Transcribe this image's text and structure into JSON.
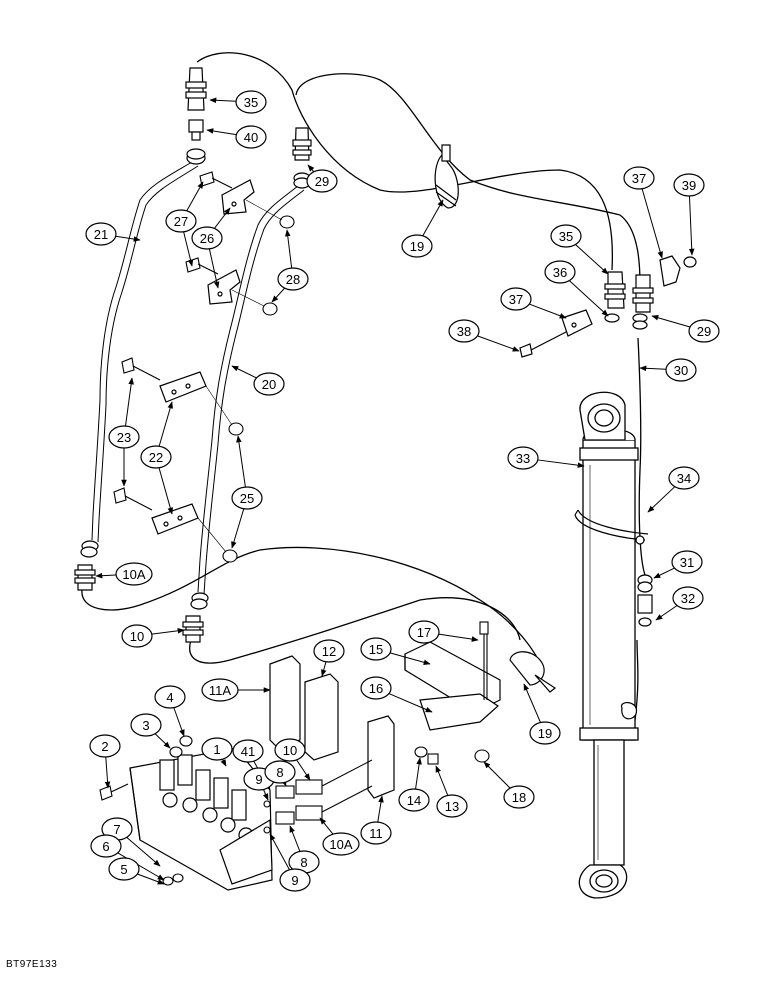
{
  "figure_code": "BT97E133",
  "callouts": [
    {
      "id": "c35a",
      "label": "35"
    },
    {
      "id": "c40",
      "label": "40"
    },
    {
      "id": "c29a",
      "label": "29"
    },
    {
      "id": "c21",
      "label": "21"
    },
    {
      "id": "c27",
      "label": "27"
    },
    {
      "id": "c26",
      "label": "26"
    },
    {
      "id": "c28",
      "label": "28"
    },
    {
      "id": "c19a",
      "label": "19"
    },
    {
      "id": "c37a",
      "label": "37"
    },
    {
      "id": "c39",
      "label": "39"
    },
    {
      "id": "c35b",
      "label": "35"
    },
    {
      "id": "c36",
      "label": "36"
    },
    {
      "id": "c37b",
      "label": "37"
    },
    {
      "id": "c38",
      "label": "38"
    },
    {
      "id": "c29b",
      "label": "29"
    },
    {
      "id": "c30",
      "label": "30"
    },
    {
      "id": "c20",
      "label": "20"
    },
    {
      "id": "c23",
      "label": "23"
    },
    {
      "id": "c22",
      "label": "22"
    },
    {
      "id": "c25",
      "label": "25"
    },
    {
      "id": "c33",
      "label": "33"
    },
    {
      "id": "c34",
      "label": "34"
    },
    {
      "id": "c10Aa",
      "label": "10A"
    },
    {
      "id": "c31",
      "label": "31"
    },
    {
      "id": "c32",
      "label": "32"
    },
    {
      "id": "c10a",
      "label": "10"
    },
    {
      "id": "c17",
      "label": "17"
    },
    {
      "id": "c12",
      "label": "12"
    },
    {
      "id": "c15",
      "label": "15"
    },
    {
      "id": "c11A",
      "label": "11A"
    },
    {
      "id": "c16",
      "label": "16"
    },
    {
      "id": "c19b",
      "label": "19"
    },
    {
      "id": "c4",
      "label": "4"
    },
    {
      "id": "c3",
      "label": "3"
    },
    {
      "id": "c1",
      "label": "1"
    },
    {
      "id": "c41",
      "label": "41"
    },
    {
      "id": "c2",
      "label": "2"
    },
    {
      "id": "c9a",
      "label": "9"
    },
    {
      "id": "c8a",
      "label": "8"
    },
    {
      "id": "c10b",
      "label": "10"
    },
    {
      "id": "c18",
      "label": "18"
    },
    {
      "id": "c14",
      "label": "14"
    },
    {
      "id": "c13",
      "label": "13"
    },
    {
      "id": "c7",
      "label": "7"
    },
    {
      "id": "c11",
      "label": "11"
    },
    {
      "id": "c6",
      "label": "6"
    },
    {
      "id": "c10Ab",
      "label": "10A"
    },
    {
      "id": "c8b",
      "label": "8"
    },
    {
      "id": "c5",
      "label": "5"
    },
    {
      "id": "c9b",
      "label": "9"
    }
  ]
}
